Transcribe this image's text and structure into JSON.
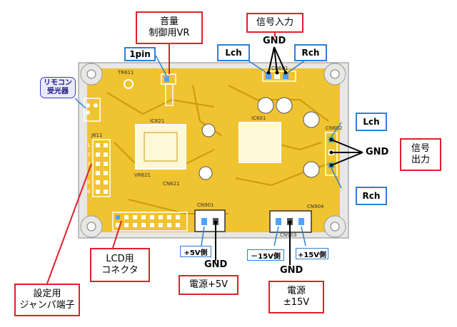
{
  "callouts": {
    "volume": "音量\n制御用VR",
    "signal_in": "信号入力",
    "signal_out": "信号\n出力",
    "lcd": "LCD用\nコネクタ",
    "jumper": "設定用\nジャンパ端子",
    "power5": "電源+5V",
    "power15": "電源\n±15V"
  },
  "tags": {
    "pin1": "1pin",
    "lch_in": "Lch",
    "rch_in": "Rch",
    "lch_out": "Lch",
    "rch_out": "Rch",
    "plus5": "+5V側",
    "minus15": "－15V側",
    "plus15": "+15V側",
    "remocon": "リモコン\n受光器"
  },
  "gnd": {
    "in": "GND",
    "out": "GND",
    "p5": "GND",
    "p15": "GND"
  },
  "pcb": {
    "refs": {
      "tr611": "TR611",
      "ic621": "IC621",
      "ic601": "IC601",
      "j611": "J611",
      "cn601": "CN601",
      "cn602": "CN602",
      "cn901": "CN901",
      "cn903": "CN903",
      "cn904": "CN904",
      "cn621": "CN621",
      "vr621": "VR621"
    },
    "jumper_numbers": [
      "1",
      "2",
      "3",
      "4",
      "5",
      "6"
    ]
  }
}
